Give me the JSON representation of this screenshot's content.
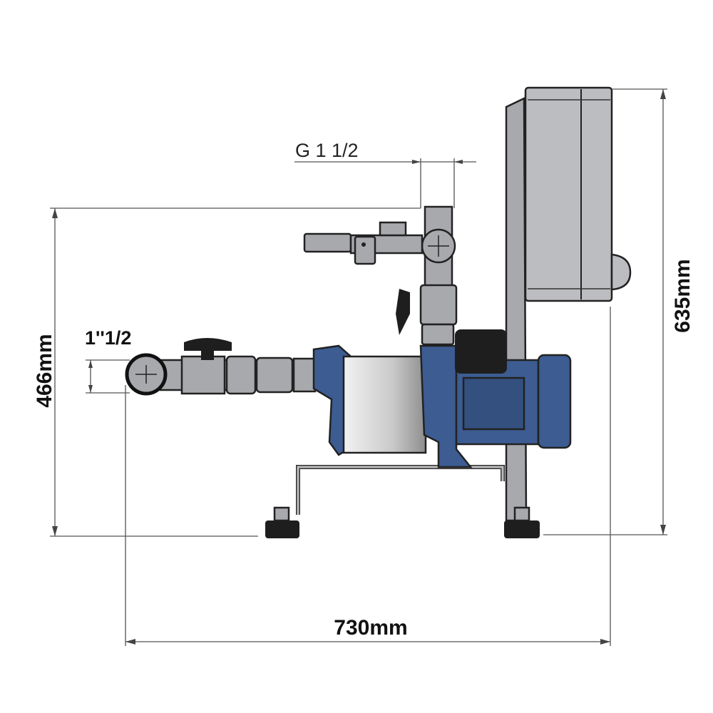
{
  "dimensions": {
    "height_inlet": "466mm",
    "height_total": "635mm",
    "width_total": "730mm",
    "discharge_thread": "G 1 1/2",
    "suction_size": "1''1/2"
  },
  "colors": {
    "pump_blue": "#3c5c92",
    "metal_gray": "#a7a9ac",
    "box_gray": "#bcbdc0",
    "handle_black": "#1e1e1e"
  }
}
